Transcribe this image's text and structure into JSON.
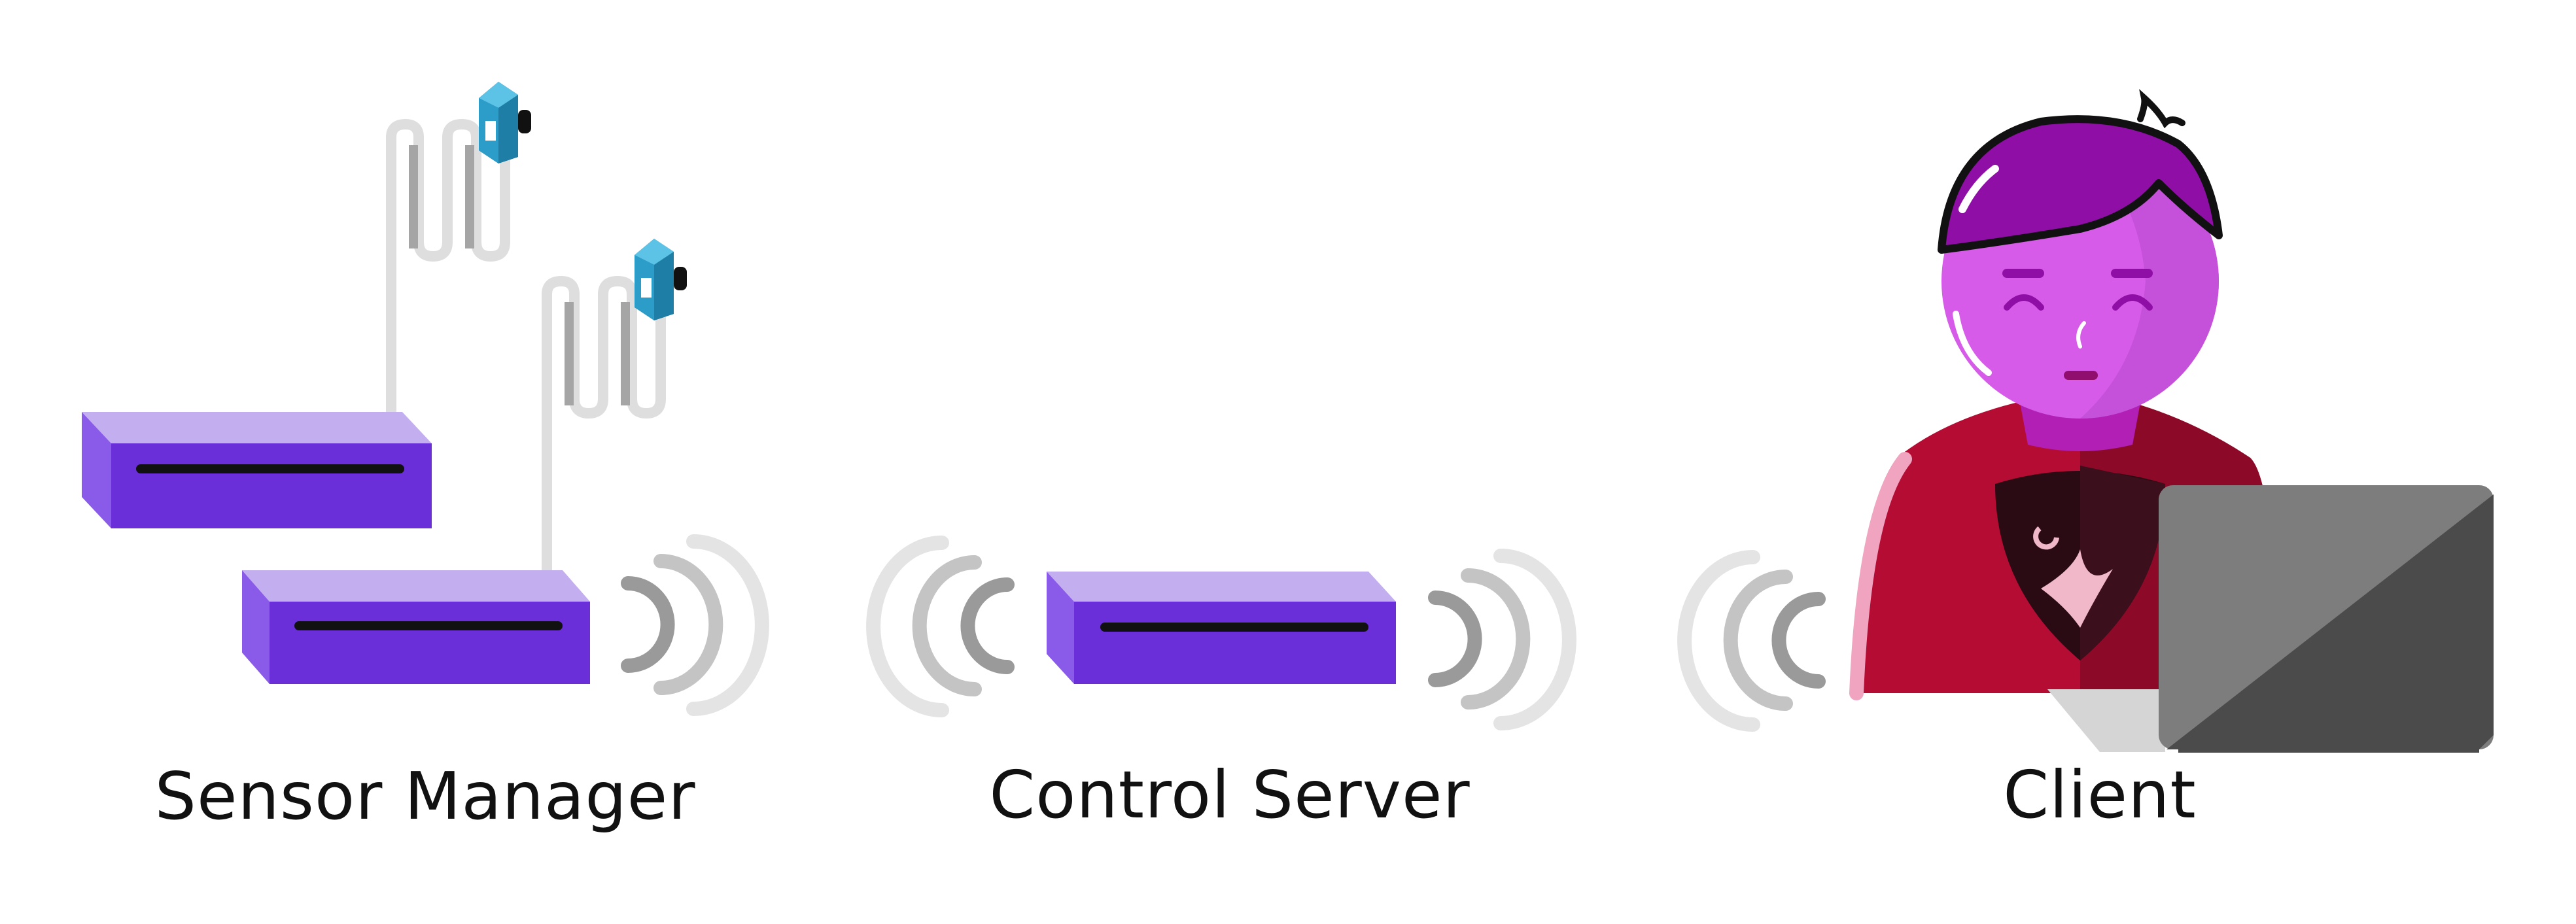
{
  "nodes": [
    {
      "id": "sensor",
      "label": "Sensor Manager"
    },
    {
      "id": "server",
      "label": "Control Server"
    },
    {
      "id": "client",
      "label": "Client"
    }
  ],
  "colors": {
    "device_top": "#c3aef0",
    "device_front": "#6a2fd9",
    "device_side": "#8a5be8",
    "device_slot": "#111111",
    "antenna": "#dedede",
    "antenna_shadow": "#a5a5a5",
    "sensor_box": "#2c9cc9",
    "wave_near": "#9a9a9a",
    "wave_mid": "#c4c4c4",
    "wave_far": "#e4e4e4",
    "face": "#d65be8",
    "hair": "#8f0ea6",
    "shirt": "#b50c34",
    "laptop": "#7d7d7d",
    "laptop_dark": "#4b4b4b"
  }
}
